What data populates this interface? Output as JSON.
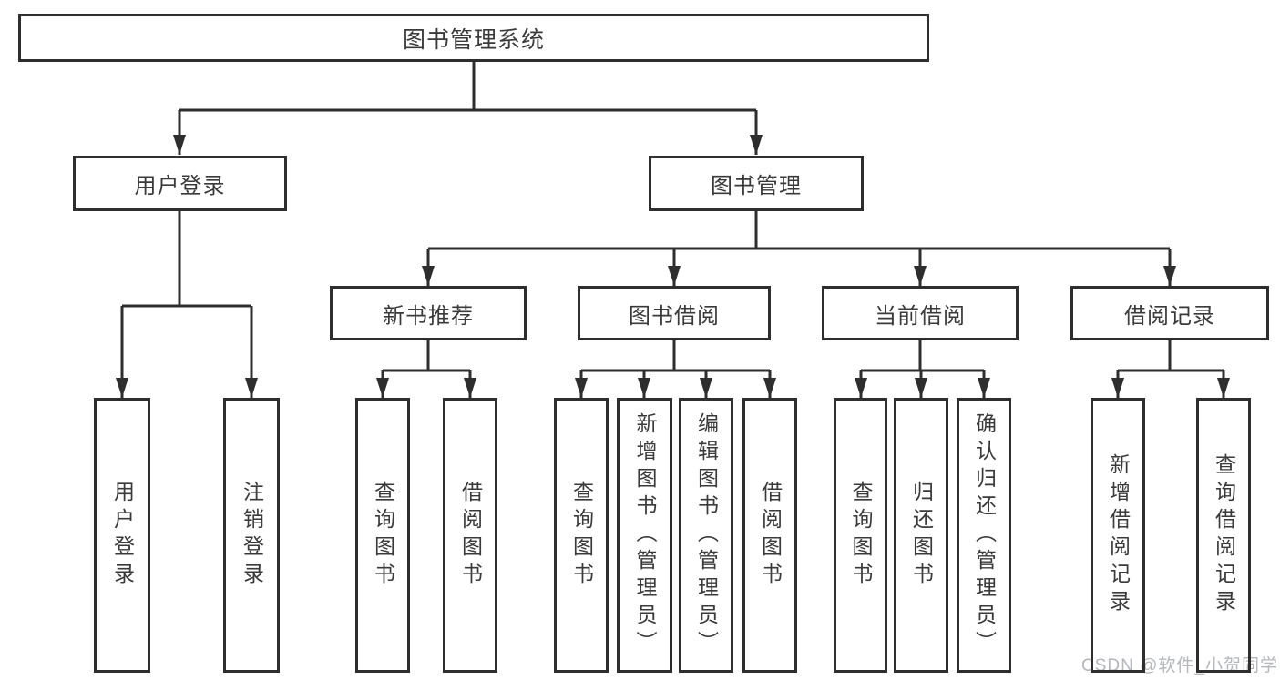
{
  "diagram": {
    "title": "图书管理系统",
    "level2": {
      "user_login": "用户登录",
      "book_management": "图书管理"
    },
    "level3": {
      "new_book_recommend": "新书推荐",
      "book_borrowing": "图书借阅",
      "current_borrowing": "当前借阅",
      "borrowing_records": "借阅记录"
    },
    "leaves": [
      {
        "group": "用户登录",
        "label": "用户登录"
      },
      {
        "group": "用户登录",
        "label": "注销登录"
      },
      {
        "group": "新书推荐",
        "label": "查询图书"
      },
      {
        "group": "新书推荐",
        "label": "借阅图书"
      },
      {
        "group": "图书借阅",
        "label": "查询图书"
      },
      {
        "group": "图书借阅",
        "label": "新增图书（管理员）"
      },
      {
        "group": "图书借阅",
        "label": "编辑图书（管理员）"
      },
      {
        "group": "图书借阅",
        "label": "借阅图书"
      },
      {
        "group": "当前借阅",
        "label": "查询图书"
      },
      {
        "group": "当前借阅",
        "label": "归还图书"
      },
      {
        "group": "当前借阅",
        "label": "确认归还（管理员）"
      },
      {
        "group": "借阅记录",
        "label": "新增借阅记录"
      },
      {
        "group": "借阅记录",
        "label": "查询借阅记录"
      }
    ],
    "watermark": "CSDN @软件_小贺同学",
    "colors": {
      "line": "#2e2e2e",
      "text": "#3a3a3a",
      "watermark": "#b4b7bc",
      "background": "#ffffff"
    }
  }
}
